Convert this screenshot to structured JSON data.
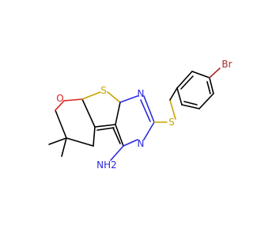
{
  "molecule": {
    "atoms": {
      "s_thiophene": "S",
      "s_thioether": "S",
      "n_upper": "N",
      "n_lower": "N",
      "o_pyran": "O",
      "br": "Br",
      "nh2": "NH2"
    },
    "colors": {
      "bond": "#000000",
      "sulfur": "#c8a400",
      "nitrogen": "#2b2bdb",
      "oxygen": "#e02020",
      "bromine": "#a52a2a"
    }
  }
}
